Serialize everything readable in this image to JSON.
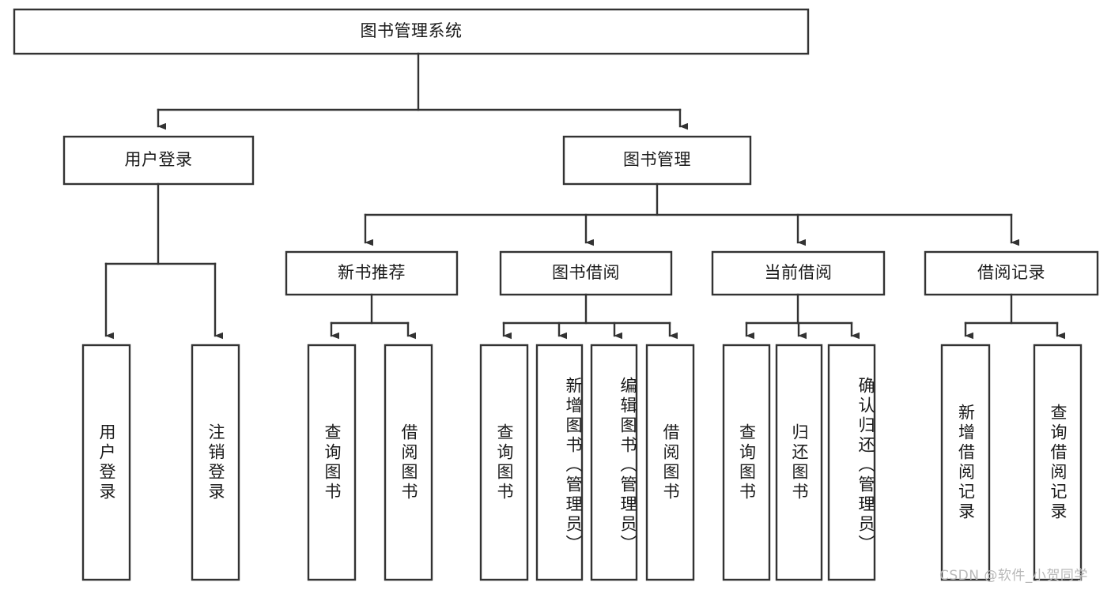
{
  "diagram": {
    "type": "tree-hierarchy-chart",
    "title": "图书管理系统",
    "orientation": "top-down",
    "colors": {
      "box_fill": "#ffffff",
      "box_stroke": "#333333",
      "text": "#1a1a1a",
      "background": "#ffffff",
      "watermark": "#b8b8b8"
    },
    "levels": 3,
    "nodes": {
      "root": {
        "label": "图书管理系统",
        "level": 0,
        "orientation": "horizontal"
      },
      "l1": [
        {
          "id": "user-login",
          "label": "用户登录",
          "level": 1,
          "orientation": "horizontal"
        },
        {
          "id": "book-manage",
          "label": "图书管理",
          "level": 1,
          "orientation": "horizontal"
        }
      ],
      "l2": [
        {
          "id": "new-book-recommend",
          "label": "新书推荐",
          "level": 2,
          "parent": "book-manage",
          "orientation": "horizontal"
        },
        {
          "id": "book-borrow",
          "label": "图书借阅",
          "level": 2,
          "parent": "book-manage",
          "orientation": "horizontal"
        },
        {
          "id": "current-borrow",
          "label": "当前借阅",
          "level": 2,
          "parent": "book-manage",
          "orientation": "horizontal"
        },
        {
          "id": "borrow-record",
          "label": "借阅记录",
          "level": 2,
          "parent": "book-manage",
          "orientation": "horizontal"
        }
      ],
      "leaves": [
        {
          "id": "leaf-user-login",
          "label": "用户登录",
          "parent": "user-login",
          "orientation": "vertical"
        },
        {
          "id": "leaf-logout",
          "label": "注销登录",
          "parent": "user-login",
          "orientation": "vertical"
        },
        {
          "id": "leaf-query-book-1",
          "label": "查询图书",
          "parent": "new-book-recommend",
          "orientation": "vertical"
        },
        {
          "id": "leaf-borrow-book-1",
          "label": "借阅图书",
          "parent": "new-book-recommend",
          "orientation": "vertical"
        },
        {
          "id": "leaf-query-book-2",
          "label": "查询图书",
          "parent": "book-borrow",
          "orientation": "vertical"
        },
        {
          "id": "leaf-add-book",
          "label": "新增图书（管理员）",
          "parent": "book-borrow",
          "orientation": "vertical"
        },
        {
          "id": "leaf-edit-book",
          "label": "编辑图书（管理员）",
          "parent": "book-borrow",
          "orientation": "vertical"
        },
        {
          "id": "leaf-borrow-book-2",
          "label": "借阅图书",
          "parent": "book-borrow",
          "orientation": "vertical"
        },
        {
          "id": "leaf-query-book-3",
          "label": "查询图书",
          "parent": "current-borrow",
          "orientation": "vertical"
        },
        {
          "id": "leaf-return-book",
          "label": "归还图书",
          "parent": "current-borrow",
          "orientation": "vertical"
        },
        {
          "id": "leaf-confirm-return",
          "label": "确认归还（管理员）",
          "parent": "current-borrow",
          "orientation": "vertical"
        },
        {
          "id": "leaf-add-record",
          "label": "新增借阅记录",
          "parent": "borrow-record",
          "orientation": "vertical"
        },
        {
          "id": "leaf-query-record",
          "label": "查询借阅记录",
          "parent": "borrow-record",
          "orientation": "vertical"
        }
      ]
    },
    "watermark": "CSDN @软件_小贺同学"
  }
}
